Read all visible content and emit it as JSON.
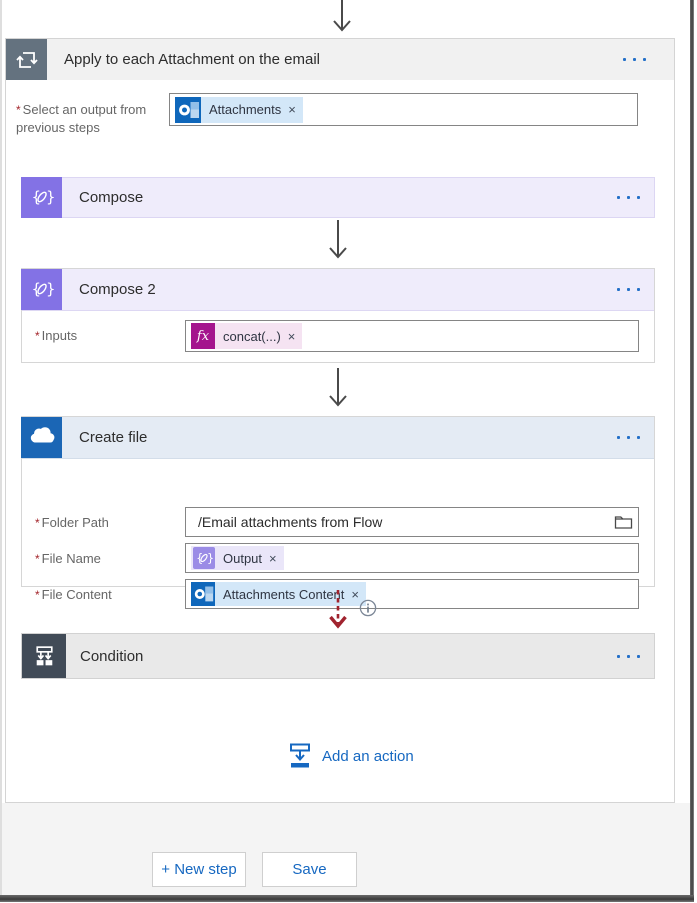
{
  "ui": {
    "required_mark": "*",
    "close_glyph": "×",
    "menu_icon": "ellipsis-icon"
  },
  "colors": {
    "accent_blue": "#2470c8",
    "link_blue": "#1668c1",
    "outlook_blue": "#0f67bb",
    "compose_purple": "#8372e5",
    "fx_magenta": "#a4158d",
    "onedrive_blue": "#1b66b5",
    "scope_slate": "#64727f",
    "condition_slate": "#414b57",
    "dashed_arrow_red": "#a0232e",
    "token_blue_bg": "#d3e7f8",
    "token_pink_bg": "#f5e3f2",
    "token_lavender_bg": "#eae6f9"
  },
  "scope": {
    "title": "Apply to each Attachment on the email",
    "icon": "apply-to-each-loop-icon",
    "param": {
      "label": "Select an output from previous steps",
      "token": {
        "icon": "outlook-icon",
        "label": "Attachments"
      }
    }
  },
  "compose": {
    "title": "Compose",
    "icon": "compose-icon"
  },
  "compose2": {
    "title": "Compose 2",
    "icon": "compose-icon",
    "param": {
      "label": "Inputs",
      "token": {
        "icon": "fx-icon",
        "badge": "fx",
        "label": "concat(...)"
      }
    }
  },
  "create_file": {
    "title": "Create file",
    "icon": "onedrive-icon",
    "folder_path": {
      "label": "Folder Path",
      "value": "/Email attachments from Flow",
      "trailing_icon": "folder-icon"
    },
    "file_name": {
      "label": "File Name",
      "token": {
        "icon": "compose-badge-icon",
        "label": "Output"
      }
    },
    "file_content": {
      "label": "File Content",
      "token": {
        "icon": "outlook-icon",
        "label": "Attachments Content"
      }
    }
  },
  "condition": {
    "title": "Condition",
    "icon": "condition-icon"
  },
  "add_action": {
    "label": "Add an action",
    "icon": "add-action-icon"
  },
  "footer": {
    "new_step_label": "+ New step",
    "save_label": "Save"
  }
}
